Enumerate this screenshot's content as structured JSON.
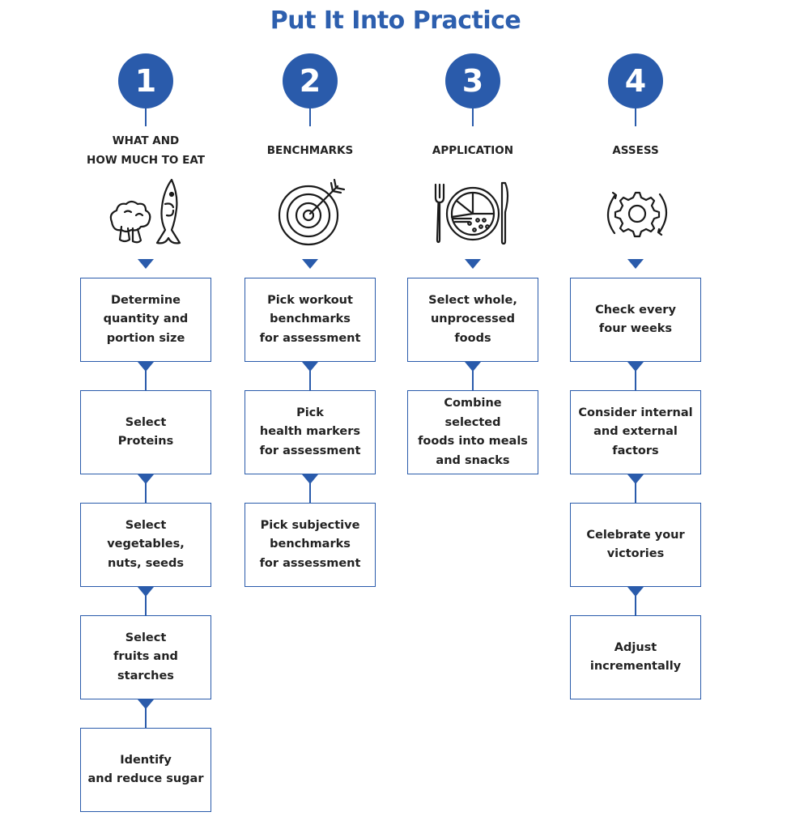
{
  "title": "Put It Into Practice",
  "steps": [
    {
      "number": "1",
      "heading": "WHAT AND\nHOW MUCH TO EAT",
      "icon": "broccoli-and-fish-icon",
      "boxes": [
        "Determine\nquantity and\nportion size",
        "Select\nProteins",
        "Select\nvegetables,\nnuts, seeds",
        "Select\nfruits and starches",
        "Identify\nand reduce sugar"
      ]
    },
    {
      "number": "2",
      "heading": "BENCHMARKS",
      "icon": "target-arrow-icon",
      "boxes": [
        "Pick workout\nbenchmarks\nfor assessment",
        "Pick\nhealth markers\nfor assessment",
        "Pick subjective\nbenchmarks\nfor assessment"
      ]
    },
    {
      "number": "3",
      "heading": "APPLICATION",
      "icon": "plate-fork-knife-icon",
      "boxes": [
        "Select whole,\nunprocessed foods",
        "Combine selected\nfoods into meals\nand snacks"
      ]
    },
    {
      "number": "4",
      "heading": "ASSESS",
      "icon": "gear-cycle-icon",
      "boxes": [
        "Check every\nfour weeks",
        "Consider internal\nand external\nfactors",
        "Celebrate your\nvictories",
        "Adjust\nincrementally"
      ]
    }
  ],
  "colors": {
    "accent": "#2a5bab",
    "title": "#2d5fae",
    "text": "#222222"
  }
}
